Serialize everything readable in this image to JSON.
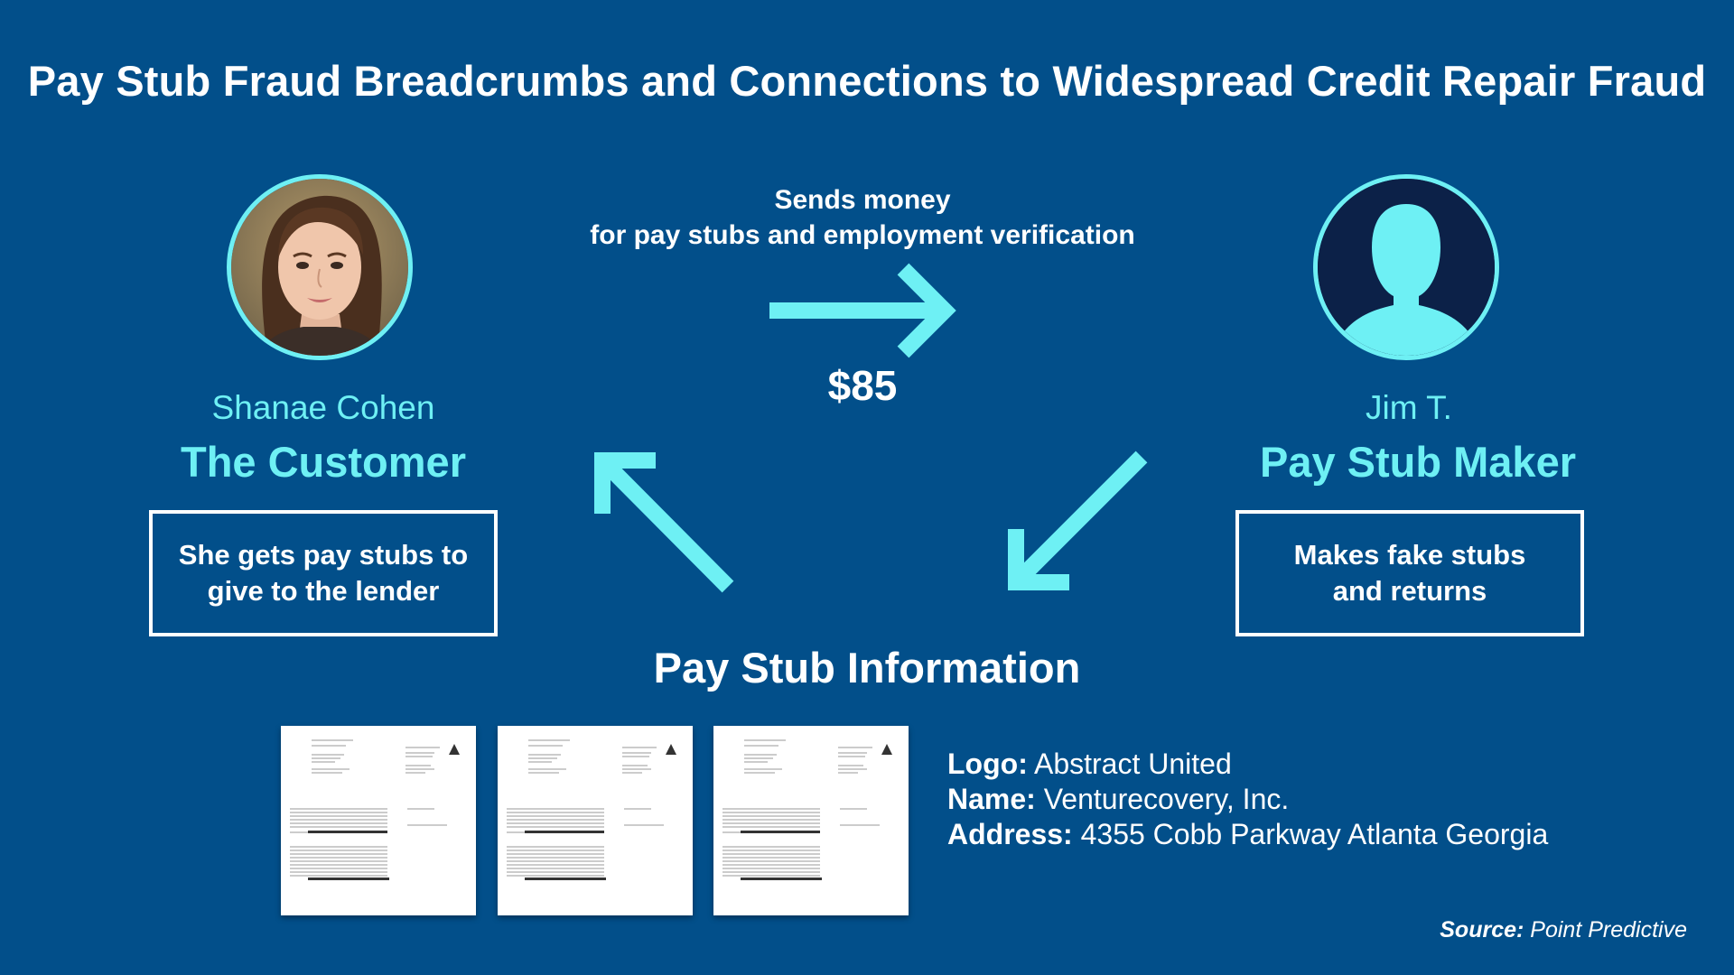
{
  "title": "Pay Stub Fraud Breadcrumbs and Connections to Widespread Credit Repair Fraud",
  "customer": {
    "name": "Shanae Cohen",
    "role": "The Customer",
    "description": "She gets pay stubs to\ngive to the lender",
    "avatar_icon": "customer-photo"
  },
  "maker": {
    "name": "Jim T.",
    "role": "Pay Stub Maker",
    "description": "Makes fake stubs\nand returns",
    "avatar_icon": "person-silhouette-icon"
  },
  "transaction": {
    "note": "Sends money\nfor pay stubs and employment verification",
    "amount": "$85"
  },
  "pay_stub_section": {
    "heading": "Pay Stub Information",
    "stub_count": 3,
    "details": [
      {
        "label": "Logo:",
        "value": "Abstract United"
      },
      {
        "label": "Name:",
        "value": "Venturecovery, Inc."
      },
      {
        "label": "Address:",
        "value": "4355 Cobb Parkway Atlanta Georgia"
      }
    ]
  },
  "source": {
    "label": "Source:",
    "value": "Point Predictive"
  },
  "colors": {
    "background": "#024f8a",
    "accent": "#6ef0f4",
    "text": "#ffffff",
    "silhouette_bg": "#0c2148"
  }
}
